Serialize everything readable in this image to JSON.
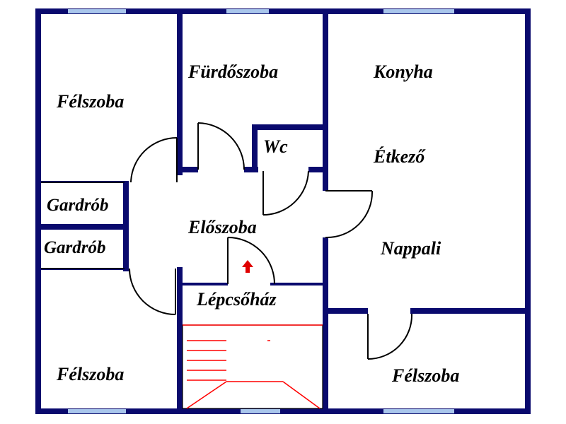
{
  "plan": {
    "colors": {
      "wall": "#0a0a6e",
      "window": "#a9c6ec",
      "door": "#000000",
      "stairs": "#ff0000",
      "entrance_arrow": "#e00000",
      "background": "#ffffff"
    },
    "rooms": {
      "felszoba_top_left": "Félszoba",
      "furdoszoba": "Fürdőszoba",
      "konyha": "Konyha",
      "wc": "Wc",
      "etkezo": "Étkező",
      "gardrob_1": "Gardrób",
      "gardrob_2": "Gardrób",
      "eloszoba": "Előszoba",
      "nappali": "Nappali",
      "lepcsohaz": "Lépcsőház",
      "felszoba_bottom_left": "Félszoba",
      "felszoba_bottom_right": "Félszoba"
    },
    "icons": {
      "entrance": "up-arrow-icon"
    }
  }
}
